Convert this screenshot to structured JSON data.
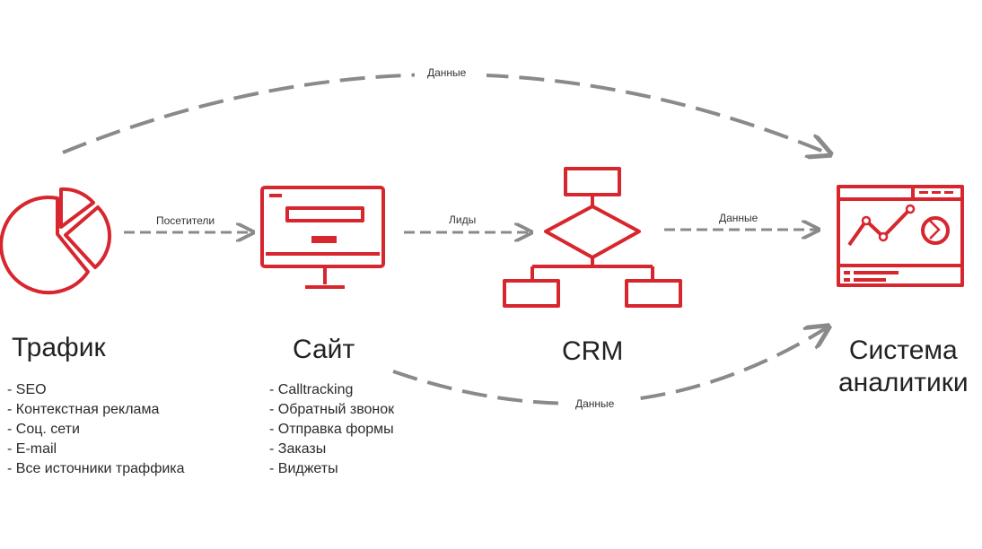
{
  "labels": {
    "top_arc": "Данные",
    "bottom_arc": "Данные",
    "arrow_visitors": "Посетители",
    "arrow_leads": "Лиды",
    "arrow_data": "Данные"
  },
  "nodes": {
    "traffic": {
      "title": "Трафик",
      "items": [
        "- SEO",
        "- Контекстная реклама",
        "- Соц. сети",
        "- E-mail",
        "- Все источники траффика"
      ]
    },
    "site": {
      "title": "Сайт",
      "items": [
        "- Calltracking",
        "- Обратный звонок",
        "- Отправка формы",
        "- Заказы",
        "- Виджеты"
      ]
    },
    "crm": {
      "title": "CRM"
    },
    "analytics": {
      "title_line1": "Система",
      "title_line2": "аналитики"
    }
  },
  "colors": {
    "icon": "#d7262e",
    "arrow": "#8a8a8a"
  }
}
